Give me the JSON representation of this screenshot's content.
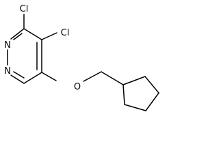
{
  "atoms": {
    "cl_top": "Cl",
    "cl_right": "Cl",
    "n1": "N",
    "n2": "N",
    "o": "O"
  },
  "colors": {
    "bond": "#000000",
    "text": "#000000",
    "background": "#ffffff"
  }
}
